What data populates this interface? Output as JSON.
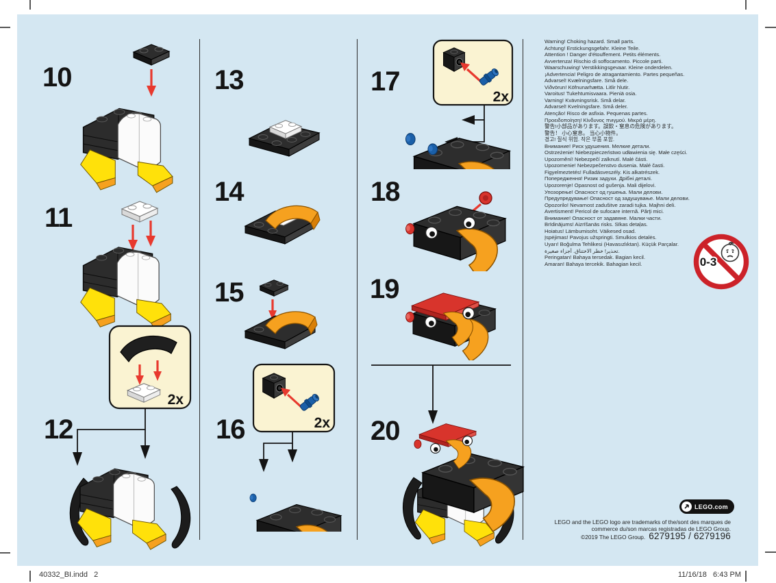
{
  "document": {
    "footer_left": "40332_BI.indd   2",
    "footer_right": "11/16/18   6:43 PM"
  },
  "steps": {
    "10": {
      "label": "10"
    },
    "11": {
      "label": "11"
    },
    "12": {
      "label": "12",
      "count": "2x"
    },
    "13": {
      "label": "13"
    },
    "14": {
      "label": "14"
    },
    "15": {
      "label": "15"
    },
    "16": {
      "label": "16",
      "count": "2x"
    },
    "17": {
      "label": "17",
      "count": "2x"
    },
    "18": {
      "label": "18"
    },
    "19": {
      "label": "19"
    },
    "20": {
      "label": "20"
    }
  },
  "warnings": {
    "lines": [
      "Warning! Choking hazard. Small parts.",
      "Achtung! Erstickungsgefahr. Kleine Teile.",
      "Attention ! Danger d'étouffement. Petits éléments.",
      "Avvertenza! Rischio di soffocamento. Piccole parti.",
      "Waarschuwing! Verstikkingsgevaar. Kleine onderdelen.",
      "¡Advertencia! Peligro de atragantamiento. Partes pequeñas.",
      "Advarsel! Kvælningsfare. Små dele.",
      "Viðvörun! Köfnunarhætta. Litlir hlutir.",
      "Varoitus! Tukehtumisvaara. Pieniä osia.",
      "Varning! Kvävningsrisk. Små delar.",
      "Advarsel! Kvelningsfare. Små deler.",
      "Atenção! Risco de asfixia. Pequenas partes.",
      "Προειδοποίηση! Κίνδυνος πνιγμού. Μικρά μέρη.",
      "警告!小部品があります。誤飲・窒息の危険があります。",
      "警告！ 小心窒息。 当心小物件。",
      "경고! 질식 위험. 작은 부품 포함.",
      "Внимание! Риск удушения. Мелкие детали.",
      "Ostrzeżenie! Niebezpieczeństwo udławienia się. Małe części.",
      "Upozornění! Nebezpečí zalknutí. Malé části.",
      "Upozornenie! Nebezpečenstvo dusenia. Malé časti.",
      "Figyelmeztetés! Fulladásveszély. Kis alkatrészek.",
      "Попередження! Ризик задухи. Дрібні деталі.",
      "Upozorenje! Opasnost od gušenja. Mali dijelovi.",
      "Упозорење! Опасност од гушења. Мали делови.",
      "Предупредување! Опасност од задушување. Мали делови.",
      "Opozorilo! Nevarnost zadušitve zaradi tujka. Majhni deli.",
      "Avertisment! Pericol de sufocare internă. Părţi mici.",
      "Внимание! Опасност от задавяне. Малки части.",
      "Brīdinājums! Aizrīšanās risks. Sīkas detaļas.",
      "Hoiatus! Lämbumisoht. Väikesed osad.",
      "Įspėjimas! Pavojus užspringti. Smulkios detalės.",
      "Uyarı! Boğulma Tehlikesi (Havasızlıktan). Küçük Parçalar.",
      "تحذير! خطر الاختناق. أجزاء صغيرة.",
      "Peringatan! Bahaya tersedak. Bagian kecil.",
      "Amaran! Bahaya tercekik. Bahagian kecil."
    ]
  },
  "age_warning": {
    "label": "0-3"
  },
  "branding": {
    "lego_com": "LEGO.com",
    "trademark_line1": "LEGO and the LEGO logo are trademarks of the/sont des marques de",
    "trademark_line2": "commerce du/son marcas registradas de LEGO Group.",
    "copyright": "©2019 The LEGO Group.",
    "set_numbers": "6279195 / 6279196"
  },
  "colors": {
    "page_bg": "#d4e7f2",
    "callout_bg": "#faf3d2",
    "brick_black": "#2d2d2d",
    "brick_white": "#fbfbfb",
    "lego_yellow": "#ffe10a",
    "lego_orange": "#f6a11f",
    "lego_red": "#d8342c",
    "pin_blue": "#1a5fa8",
    "arrow_red": "#e8392e",
    "warning_red": "#cc2229"
  }
}
